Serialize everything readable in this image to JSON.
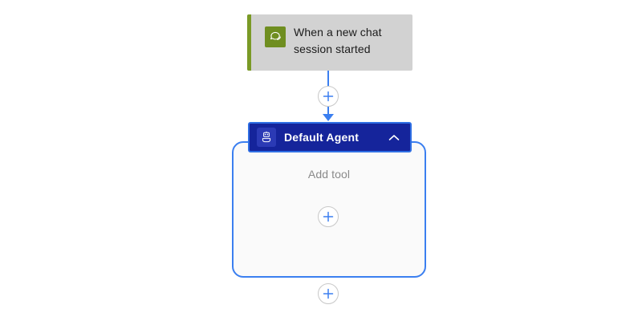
{
  "canvas": {
    "background_color": "#ffffff"
  },
  "trigger_node": {
    "label": "When a new chat session started",
    "label_line1": "When a new chat",
    "label_line2": "session started",
    "icon": "chat-bubble-icon",
    "accent_color": "#7a9a26",
    "icon_background": "#6f8e20",
    "card_background": "#d2d2d2",
    "text_color": "#1b1b1b"
  },
  "connector": {
    "line_color": "#3b7ff0",
    "add_step_button": {
      "icon": "plus-icon",
      "label": "+"
    }
  },
  "agent_node": {
    "title": "Default Agent",
    "icon": "robot-icon",
    "collapse_icon": "chevron-up-icon",
    "header_background": "#15249b",
    "selection_border": "#2f6fe4",
    "title_color": "#ffffff"
  },
  "agent_body": {
    "add_tool_label": "Add tool",
    "add_tool_label_color": "#8a8a8a",
    "container_background": "#fafafa",
    "container_border": "#3b7ff0",
    "add_tool_button": {
      "icon": "plus-icon",
      "label": "+"
    }
  },
  "bottom_connector": {
    "add_step_button": {
      "icon": "plus-icon",
      "label": "+"
    }
  }
}
